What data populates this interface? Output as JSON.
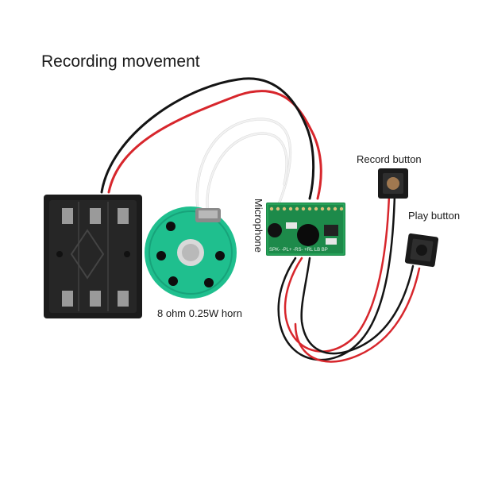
{
  "title": "Recording movement",
  "labels": {
    "microphone": "Microphone",
    "record_button": "Record button",
    "play_button": "Play button",
    "speaker": "8 ohm 0.25W horn"
  },
  "board_silkscreen": "SPK- -PL+ -RS- +RL LB BP",
  "colors": {
    "red_wire": "#d7262c",
    "black_wire": "#141414",
    "speaker_body": "#1fbf8e",
    "pcb": "#1d8a4a",
    "battery_box": "#1b1b1b"
  },
  "icons": [
    "battery-holder",
    "speaker",
    "circuit-board",
    "microphone",
    "record-push-button",
    "play-push-button"
  ]
}
